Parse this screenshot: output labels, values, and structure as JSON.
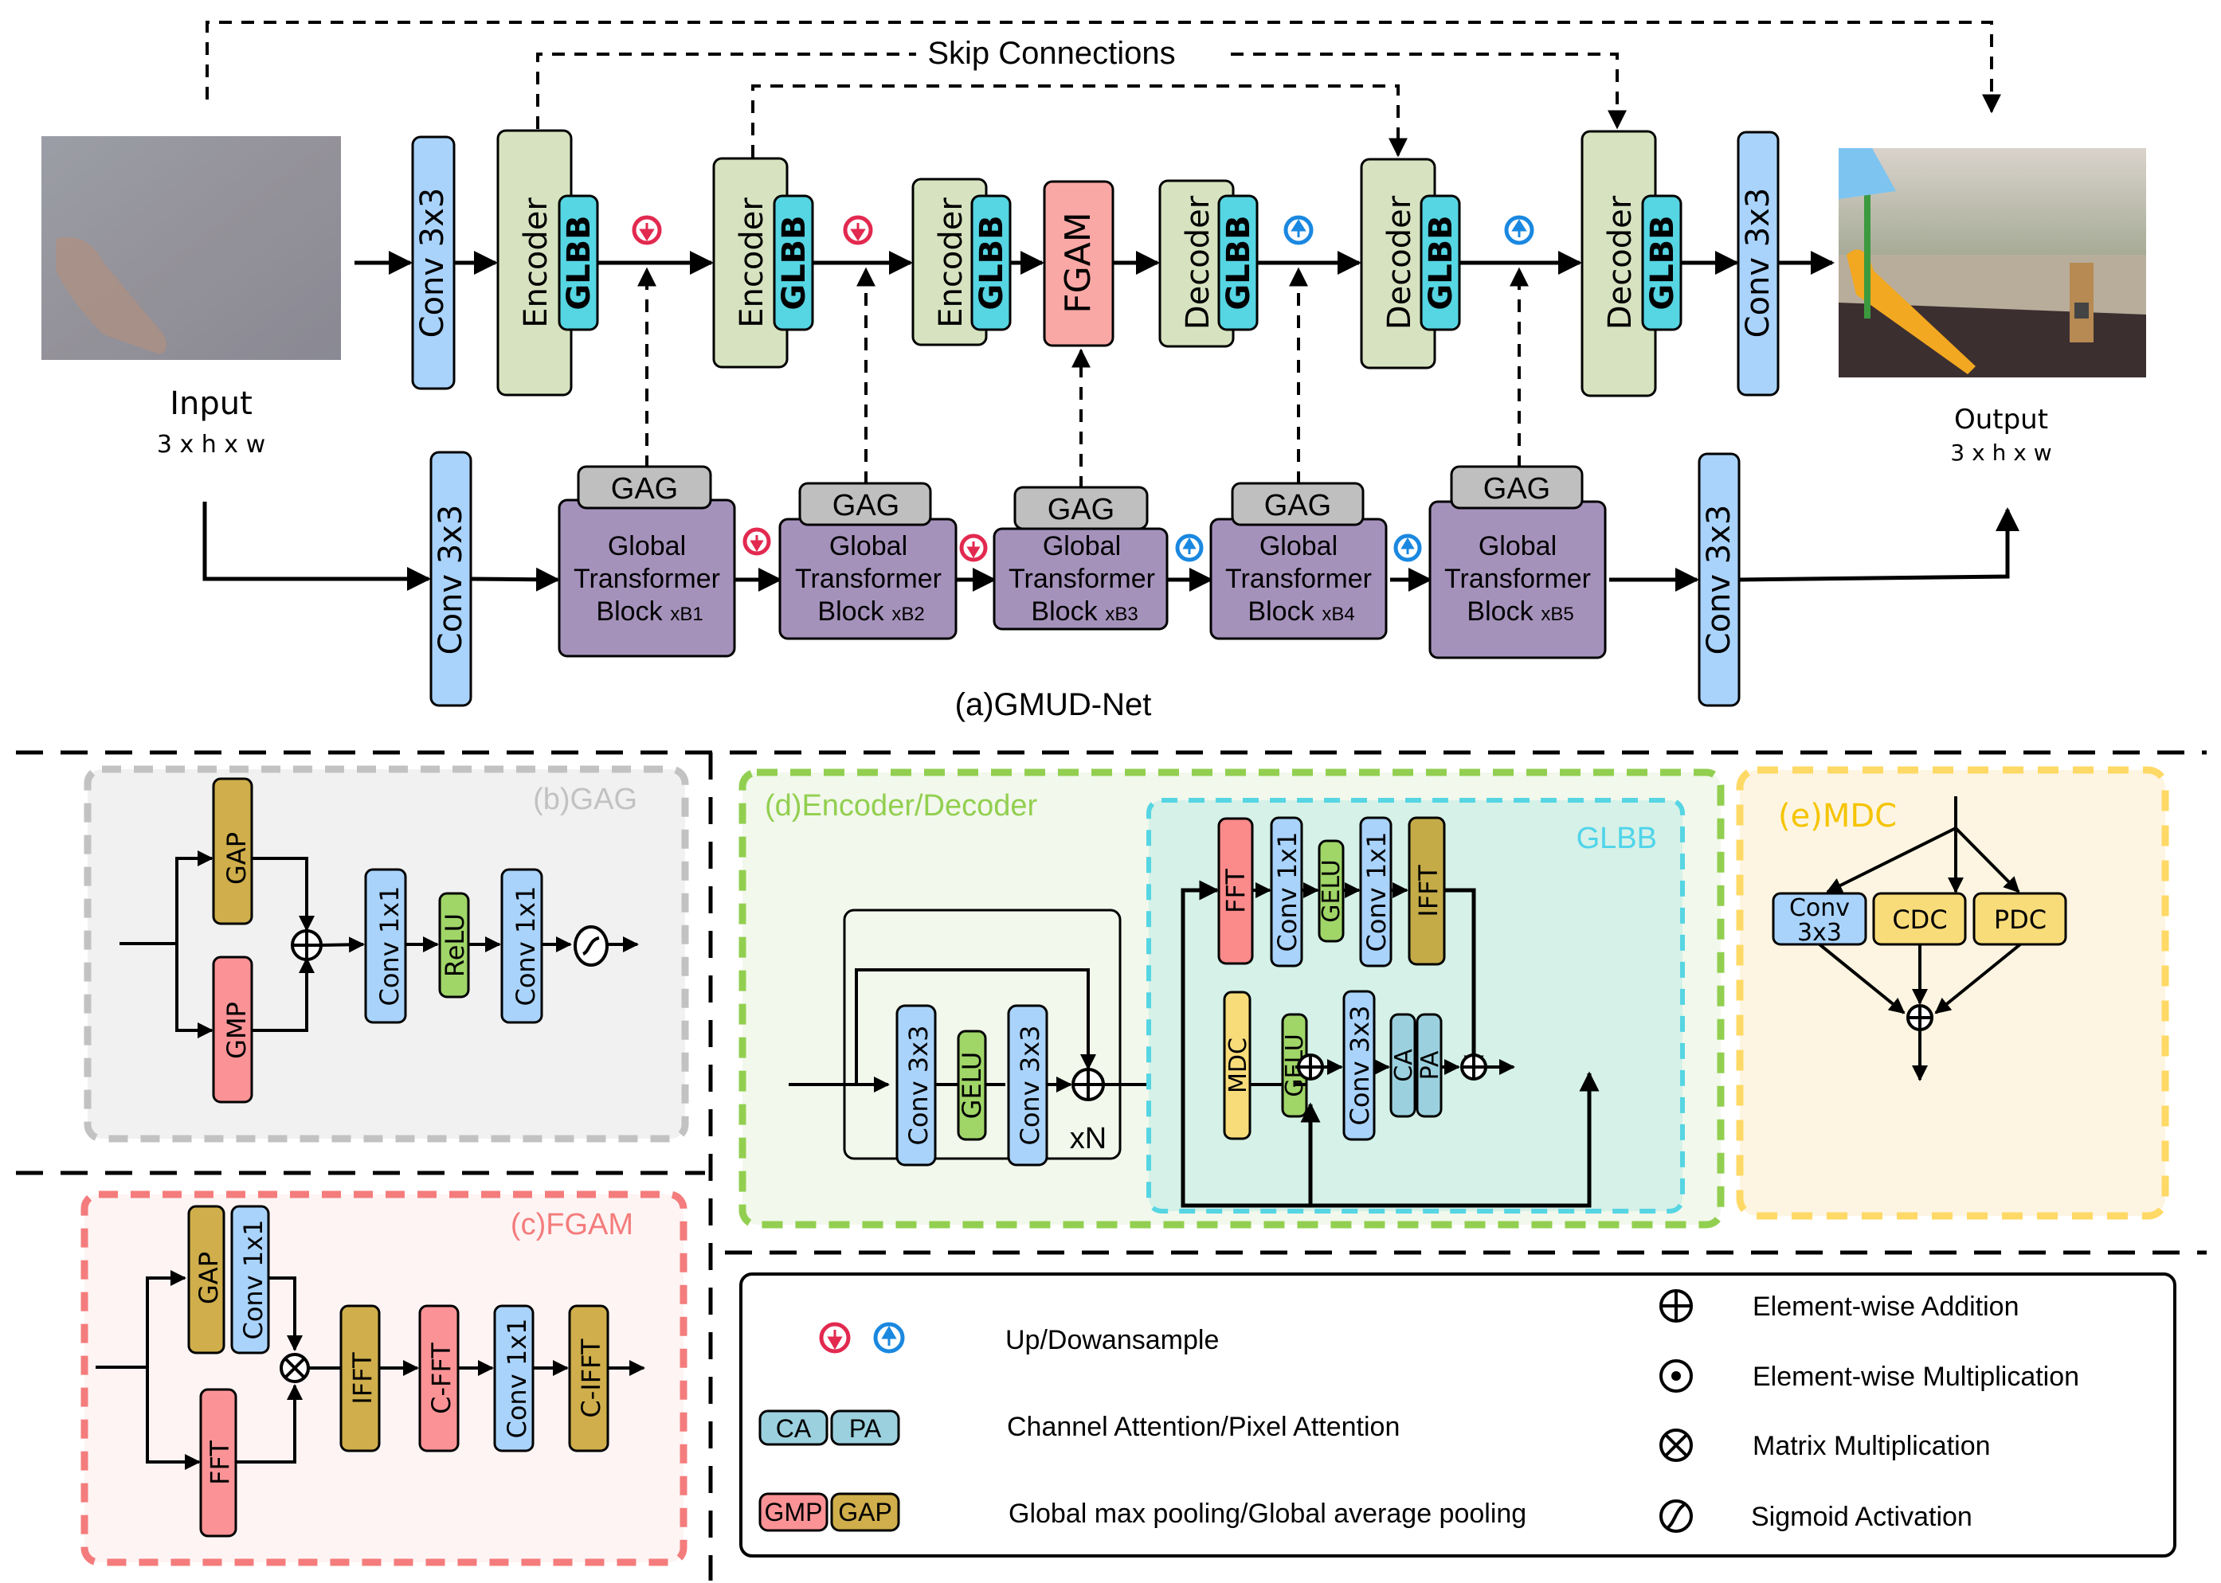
{
  "figure": {
    "title": "(a)GMUD-Net",
    "skip_connections_label": "Skip Connections",
    "input": {
      "label": "Input",
      "dims": "3 x h x w",
      "image": "hazy playground photo"
    },
    "output": {
      "label": "Output",
      "dims": "3 x h x w",
      "image": "clear playground photo"
    }
  },
  "top_path": {
    "conv_in": "Conv 3x3",
    "conv_out": "Conv 3x3",
    "fgam": "FGAM",
    "glbb": "GLBB",
    "stages": [
      {
        "kind": "Encoder",
        "sub": "GLBB"
      },
      {
        "kind": "Encoder",
        "sub": "GLBB"
      },
      {
        "kind": "Encoder",
        "sub": "GLBB"
      },
      {
        "kind": "Decoder",
        "sub": "GLBB"
      },
      {
        "kind": "Decoder",
        "sub": "GLBB"
      },
      {
        "kind": "Decoder",
        "sub": "GLBB"
      }
    ],
    "sample_icons": [
      "downsample-icon",
      "downsample-icon",
      "upsample-icon",
      "upsample-icon"
    ]
  },
  "bottom_path": {
    "conv_in": "Conv 3x3",
    "conv_out": "Conv 3x3",
    "gag": "GAG",
    "blocks": [
      {
        "line1": "Global",
        "line2": "Transformer",
        "line3": "Block",
        "rep": "xB1"
      },
      {
        "line1": "Global",
        "line2": "Transformer",
        "line3": "Block",
        "rep": "xB2"
      },
      {
        "line1": "Global",
        "line2": "Transformer",
        "line3": "Block",
        "rep": "xB3"
      },
      {
        "line1": "Global",
        "line2": "Transformer",
        "line3": "Block",
        "rep": "xB4"
      },
      {
        "line1": "Global",
        "line2": "Transformer",
        "line3": "Block",
        "rep": "xB5"
      }
    ]
  },
  "panel_gag": {
    "title": "(b)GAG",
    "gap": "GAP",
    "gmp": "GMP",
    "conv1": "Conv 1x1",
    "relu": "ReLU",
    "conv2": "Conv 1x1"
  },
  "panel_fgam": {
    "title": "(c)FGAM",
    "gap": "GAP",
    "conv_a": "Conv 1x1",
    "fft": "FFT",
    "ifft": "IFFT",
    "cfft": "C-FFT",
    "conv_b": "Conv 1x1",
    "cifft": "C-IFFT"
  },
  "panel_encdec": {
    "title": "(d)Encoder/Decoder",
    "res": {
      "conv1": "Conv 3x3",
      "gelu": "GELU",
      "conv2": "Conv 3x3",
      "repeat": "xN"
    },
    "glbb": {
      "title": "GLBB",
      "fft": "FFT",
      "conv1": "Conv 1x1",
      "gelu1": "GELU",
      "conv2": "Conv 1x1",
      "ifft": "IFFT",
      "mdc": "MDC",
      "gelu2": "GELU",
      "conv3": "Conv 3x3",
      "ca": "CA",
      "pa": "PA"
    }
  },
  "panel_mdc": {
    "title": "(e)MDC",
    "conv_l1": "Conv",
    "conv_l2": "3x3",
    "cdc": "CDC",
    "pdc": "PDC"
  },
  "legend": {
    "updown": "Up/Dowansample",
    "ca": "CA",
    "pa": "PA",
    "capa": "Channel Attention/Pixel Attention",
    "gmp": "GMP",
    "gap": "GAP",
    "pooling": "Global  max pooling/Global average pooling",
    "add": "Element-wise Addition",
    "emul": "Element-wise Multiplication",
    "mmul": "Matrix Multiplication",
    "sigmoid": "Sigmoid Activation"
  },
  "colors": {
    "conv": "#a9d3fb",
    "encoder": "#d7e3c0",
    "glbb": "#56d5e3",
    "fgam": "#f9a8a5",
    "transformer": "#a592bb",
    "gag": "#bfbfbf",
    "gap": "#cfae4b",
    "gmp": "#fb9396",
    "gelu": "#a0d568",
    "mdc": "#f9dc7a",
    "capa": "#9bd1df",
    "down": "#e2294f",
    "up": "#1a88e0",
    "panel_gag_border": "#c2c2c2",
    "panel_fgam_border": "#f47c7c",
    "panel_encdec_border": "#92cf50",
    "panel_glbb_border": "#56d5e3",
    "panel_mdc_border": "#ffd966"
  }
}
